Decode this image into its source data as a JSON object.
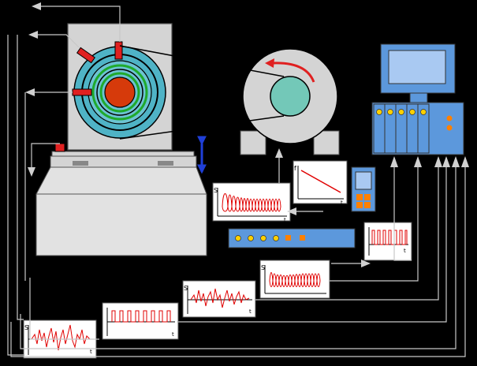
{
  "labels": {
    "s_axis": "S",
    "t_axis": "t",
    "f_axis": "f"
  },
  "colors": {
    "background": "#000000",
    "machine_gray": "#d4d4d4",
    "computer_blue": "#5c98dc",
    "screen_blue": "#a9c9f2",
    "motor_cyan": "#73c8b8",
    "bearing_cyan": "#4fb3c6",
    "shaft_red": "#d63a0b",
    "ring_green": "#1faa2c",
    "sensor_red": "#e02020",
    "signal_red": "#e00000",
    "arrow_blue": "#1f3fd8",
    "lamp_orange": "#ff8000",
    "led_yellow": "#ffd000"
  },
  "icons": [
    "bearing-housing",
    "spindle-motor",
    "data-acquisition-computer",
    "signal-generator",
    "hand-terminal"
  ]
}
